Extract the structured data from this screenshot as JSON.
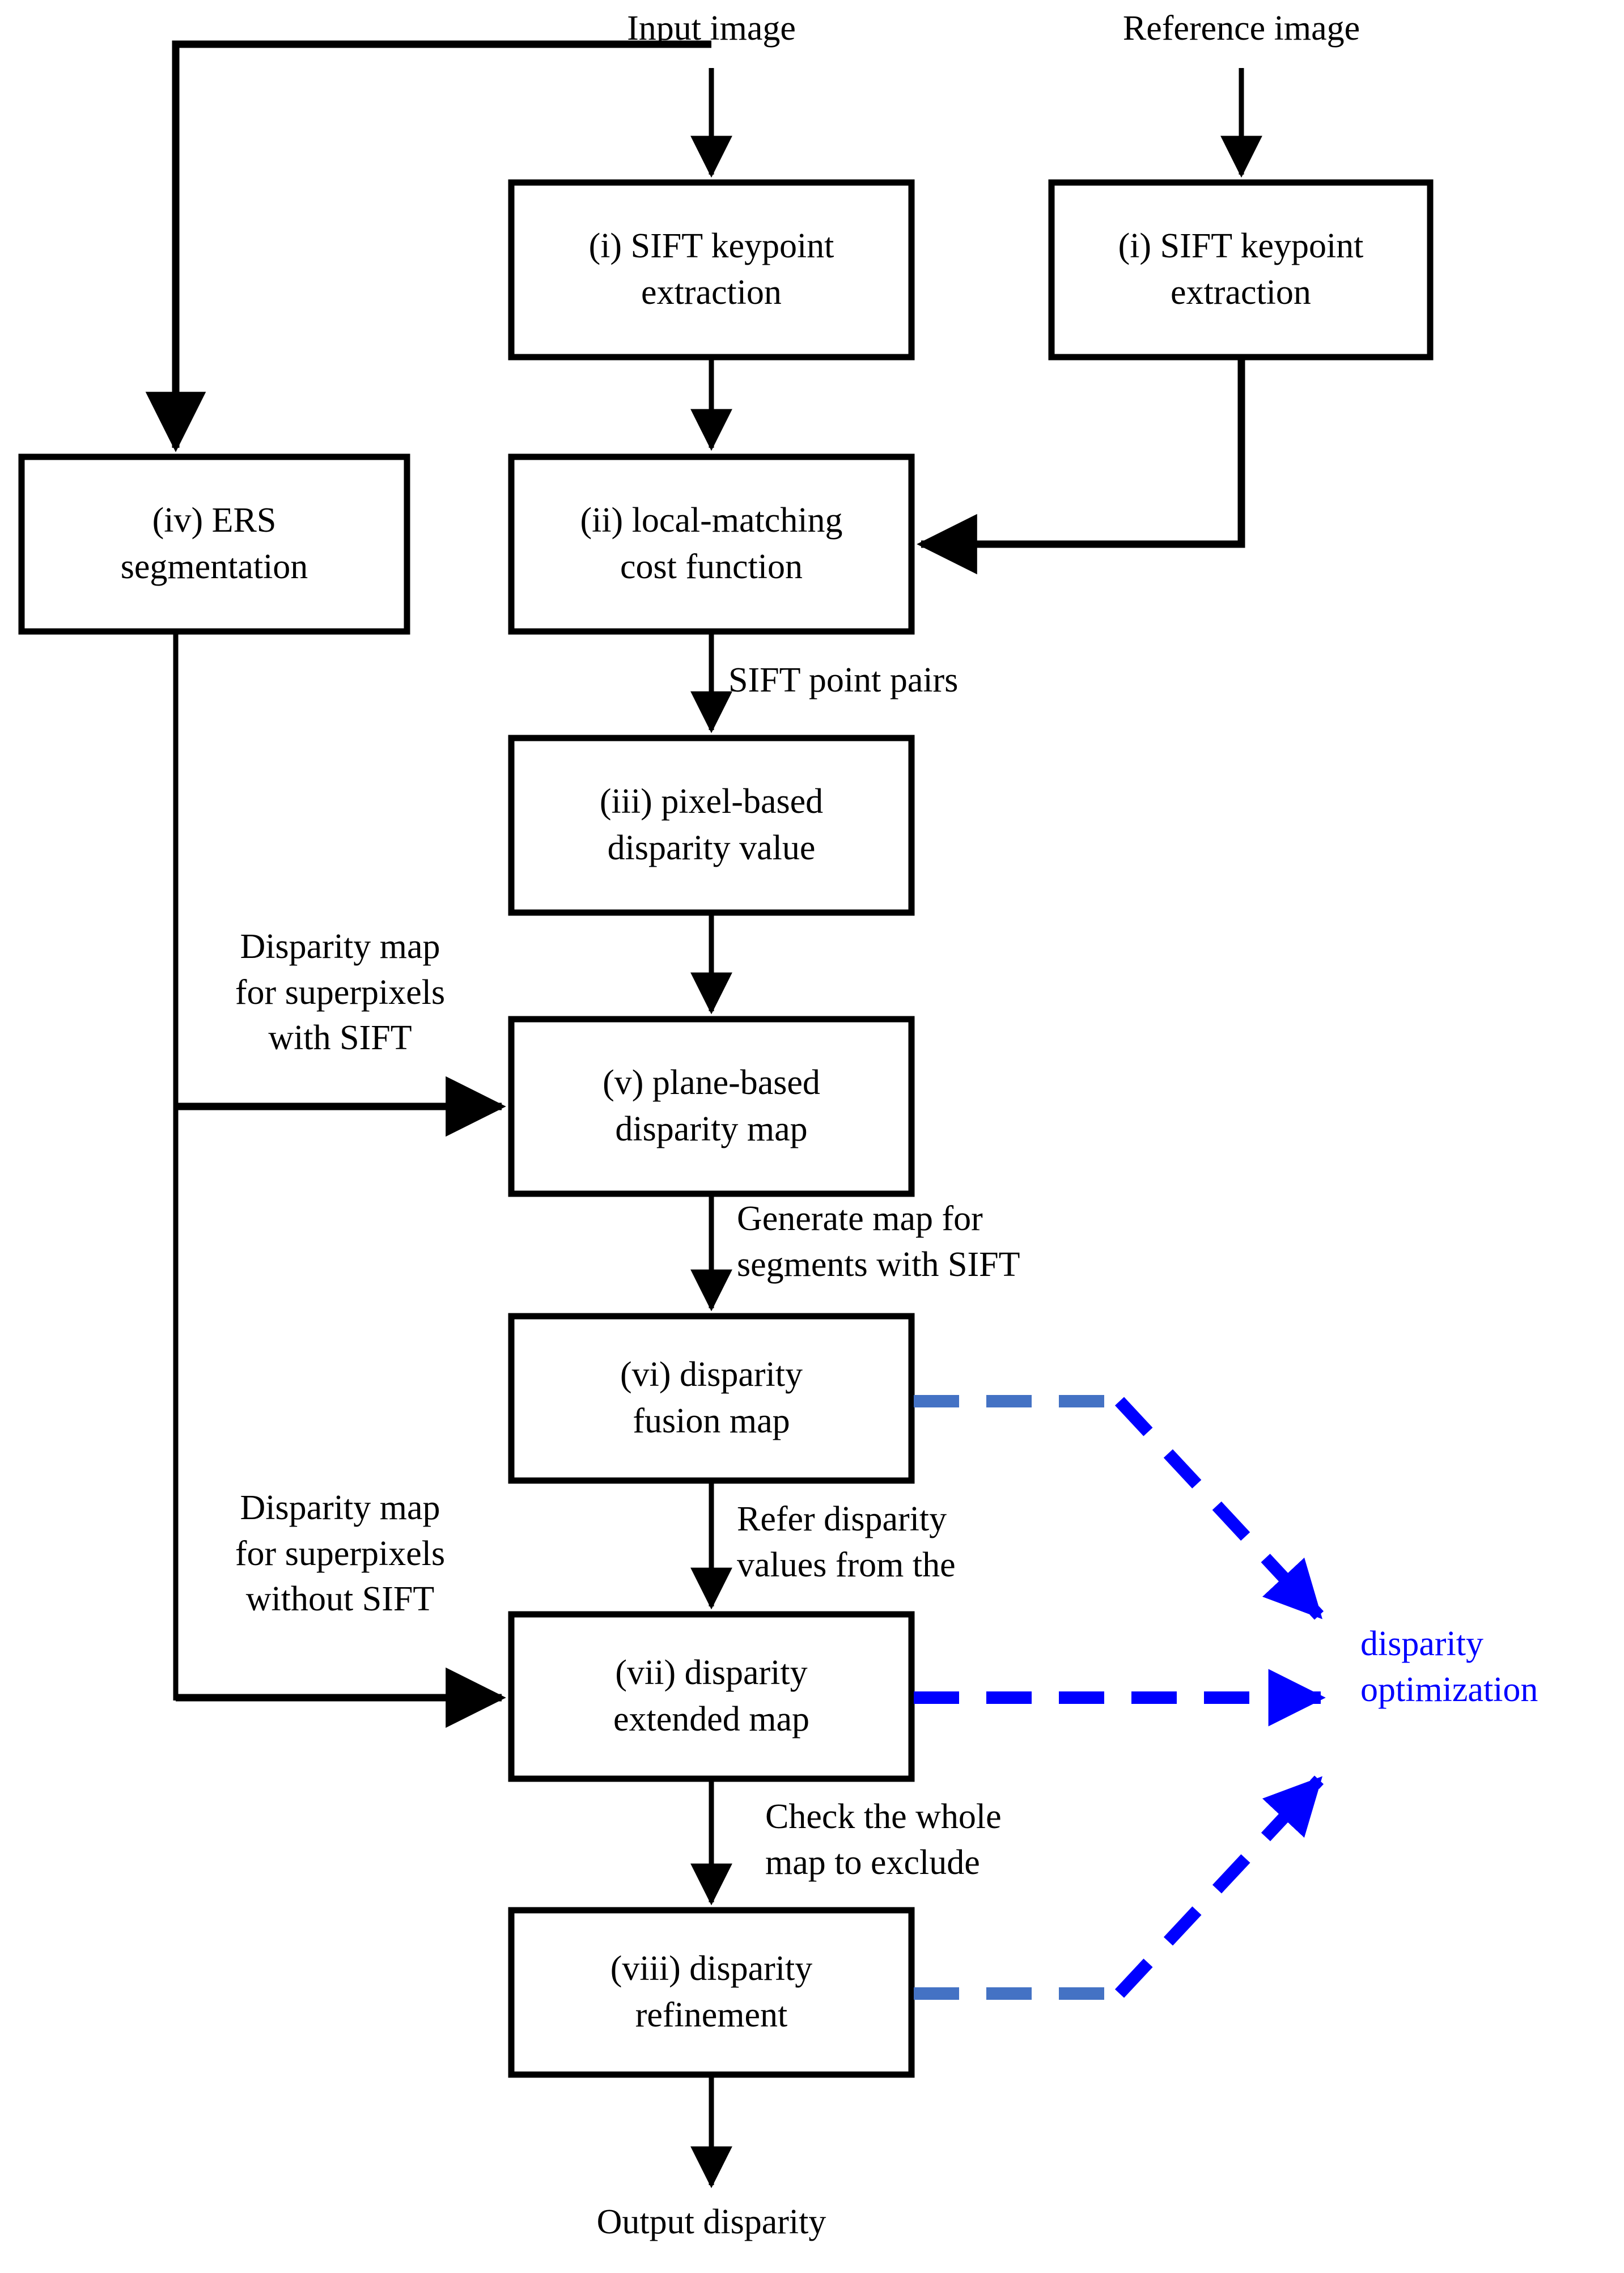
{
  "diagram": {
    "title": "Disparity estimation pipeline flowchart",
    "colors": {
      "stroke": "#000000",
      "background": "#ffffff",
      "blue_accent": "#0000ff",
      "blue_steel": "#4472c4"
    },
    "terminals": [
      {
        "id": "input-image",
        "label": "Input image"
      },
      {
        "id": "reference-image",
        "label": "Reference image"
      },
      {
        "id": "output-disparity",
        "label": "Output disparity"
      }
    ],
    "nodes": [
      {
        "id": "sift-input",
        "line1": "(i) SIFT keypoint",
        "line2": "extraction"
      },
      {
        "id": "sift-reference",
        "line1": "(i) SIFT keypoint",
        "line2": "extraction"
      },
      {
        "id": "ers",
        "line1": "(iv) ERS",
        "line2": "segmentation"
      },
      {
        "id": "local-matching",
        "line1": "(ii) local-matching",
        "line2": "cost function"
      },
      {
        "id": "pixel-based",
        "line1": "(iii) pixel-based",
        "line2": "disparity value"
      },
      {
        "id": "plane-based",
        "line1": "(v) plane-based",
        "line2": "disparity map"
      },
      {
        "id": "fusion",
        "line1": "(vi) disparity",
        "line2": "fusion map"
      },
      {
        "id": "extended",
        "line1": "(vii) disparity",
        "line2": "extended map"
      },
      {
        "id": "refinement",
        "line1": "(viii) disparity",
        "line2": "refinement"
      }
    ],
    "edge_labels": [
      {
        "id": "sift-point-pairs",
        "text": "SIFT point pairs"
      },
      {
        "id": "disparity-map-with",
        "text": "Disparity map\nfor superpixels\nwith SIFT"
      },
      {
        "id": "generate-map",
        "text": "Generate map for\nsegments with SIFT"
      },
      {
        "id": "disparity-map-without",
        "text": "Disparity map\nfor superpixels\nwithout SIFT"
      },
      {
        "id": "refer-disparity",
        "text": "Refer disparity\nvalues from the"
      },
      {
        "id": "check-whole-map",
        "text": "Check the whole\nmap to exclude"
      }
    ],
    "annotations": [
      {
        "id": "disparity-optimization",
        "text": "disparity\noptimization",
        "color": "#0000ff"
      }
    ]
  }
}
